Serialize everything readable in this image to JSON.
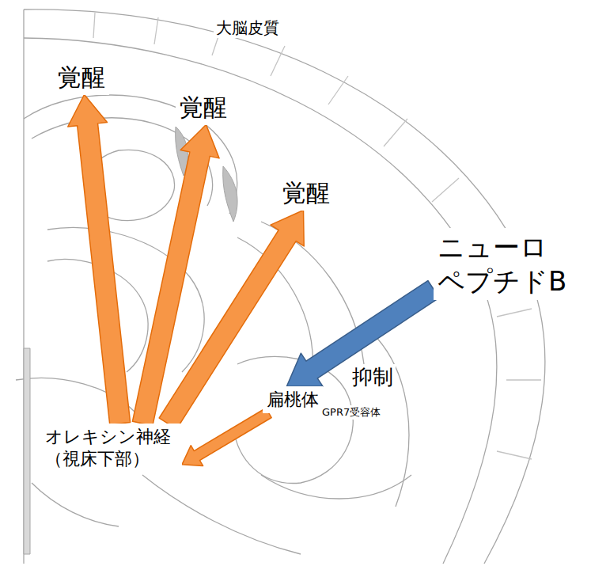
{
  "diagram": {
    "nodes": [
      {
        "text": [
          "覚醒"
        ]
      },
      {
        "text": [
          "覚醒"
        ]
      },
      {
        "text": [
          "覚醒"
        ]
      },
      {
        "text": [
          "ニューロ ペプチドB"
        ]
      },
      {
        "text": [
          "扁桃体"
        ]
      },
      {
        "text": [
          "オレキシン神経 （視床下部）"
        ]
      }
    ],
    "edges": [
      {
        "from": 5,
        "to": 0,
        "arrow": "to"
      },
      {
        "from": 5,
        "to": 1,
        "arrow": "to"
      },
      {
        "from": 5,
        "to": 2,
        "arrow": "to"
      },
      {
        "from": 4,
        "to": 5,
        "arrow": "to"
      },
      {
        "from": 3,
        "to": 4,
        "arrow": "to"
      }
    ],
    "labels": [
      "大脳皮質",
      "抑制",
      "GPR7受容体"
    ]
  }
}
